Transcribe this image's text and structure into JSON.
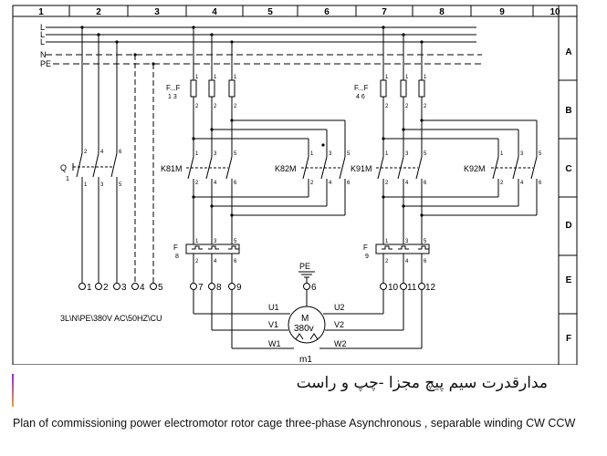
{
  "grid": {
    "columns": [
      "1",
      "2",
      "3",
      "4",
      "5",
      "6",
      "7",
      "8",
      "9",
      "10"
    ],
    "rows": [
      "A",
      "B",
      "C",
      "D",
      "E",
      "F"
    ]
  },
  "rails": [
    "L",
    "L",
    "L",
    "N",
    "PE"
  ],
  "fuses": {
    "f13": {
      "a": "F...F",
      "b": "1    3"
    },
    "f46": {
      "a": "F...F",
      "b": "4    6"
    }
  },
  "switch": {
    "label": "Q",
    "sub": "1"
  },
  "contactors": [
    "K81M",
    "K82M",
    "K91M",
    "K92M"
  ],
  "overloads": {
    "f8": {
      "a": "F",
      "b": "8"
    },
    "f9": {
      "a": "F",
      "b": "9"
    }
  },
  "contact_numbers": [
    "1",
    "2",
    "3",
    "4",
    "5",
    "6"
  ],
  "terminals": [
    "1",
    "2",
    "3",
    "4",
    "5",
    "7",
    "8",
    "9",
    "6",
    "10",
    "11",
    "12"
  ],
  "terminal_caption": "3L\\N\\PE\\380V AC\\50HZ\\CU",
  "motor": {
    "pe": "PE",
    "symbol": "M",
    "voltage": "380v",
    "name": "m1",
    "windings": [
      "U1",
      "V1",
      "W1",
      "U2",
      "V2",
      "W2"
    ]
  },
  "caption_fa": "مدارقدرت سیم پیچ مجزا -چپ و راست",
  "caption_en": "Plan of commissioning power electromotor rotor cage three-phase Asynchronous  , separable winding  CW  CCW",
  "colors": {
    "line": "#000000",
    "grid": "#000000",
    "mark": "#8a2be2"
  }
}
